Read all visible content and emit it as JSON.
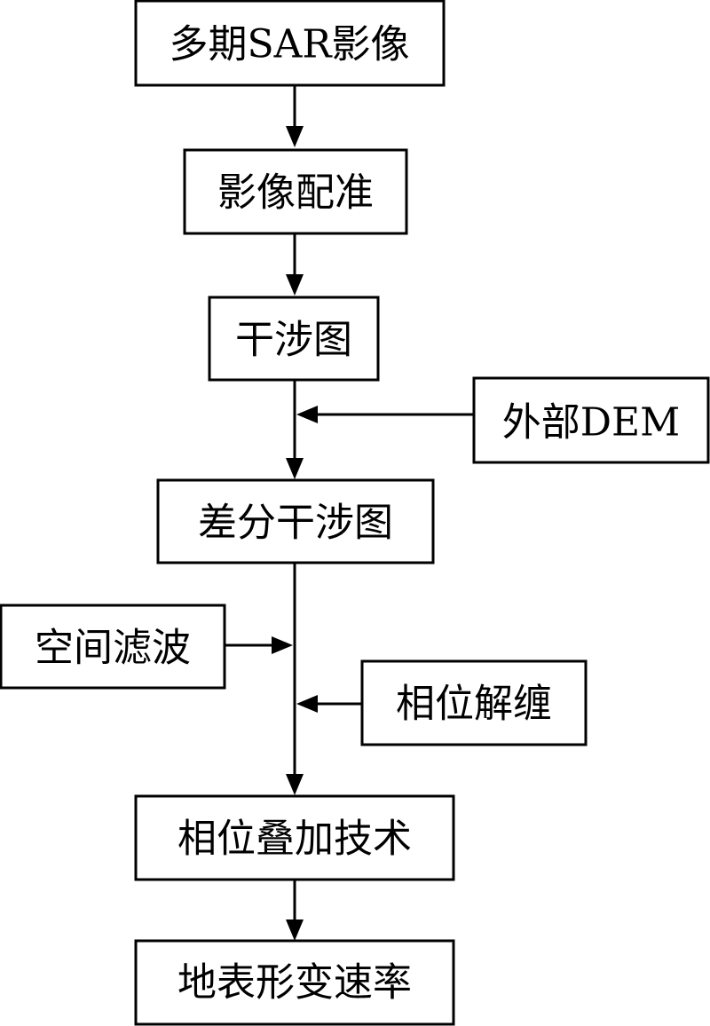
{
  "nodes": {
    "multi_sar_images": "多期SAR影像",
    "image_registration": "影像配准",
    "interferogram": "干涉图",
    "external_dem": "外部DEM",
    "differential_interferogram": "差分干涉图",
    "spatial_filtering": "空间滤波",
    "phase_unwrapping": "相位解缠",
    "phase_stacking": "相位叠加技术",
    "deformation_rate": "地表形变速率"
  },
  "colors": {
    "line": "#000000",
    "box_fill": "#ffffff",
    "text": "#000000"
  }
}
